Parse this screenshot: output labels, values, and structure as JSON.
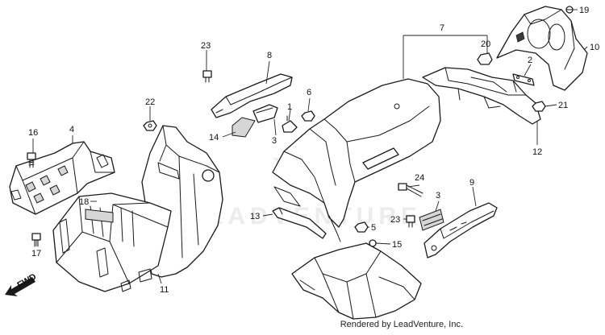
{
  "diagram": {
    "watermark": "LEADVENTURE",
    "credit": "Rendered by LeadVenture, Inc.",
    "fwd_label": "FWD",
    "callouts": [
      {
        "id": "c1",
        "label": "1"
      },
      {
        "id": "c2",
        "label": "2"
      },
      {
        "id": "c3a",
        "label": "3"
      },
      {
        "id": "c3b",
        "label": "3"
      },
      {
        "id": "c4",
        "label": "4"
      },
      {
        "id": "c5",
        "label": "5"
      },
      {
        "id": "c6",
        "label": "6"
      },
      {
        "id": "c7",
        "label": "7"
      },
      {
        "id": "c8",
        "label": "8"
      },
      {
        "id": "c9",
        "label": "9"
      },
      {
        "id": "c10",
        "label": "10"
      },
      {
        "id": "c11",
        "label": "11"
      },
      {
        "id": "c12",
        "label": "12"
      },
      {
        "id": "c13",
        "label": "13"
      },
      {
        "id": "c14",
        "label": "14"
      },
      {
        "id": "c15",
        "label": "15"
      },
      {
        "id": "c16",
        "label": "16"
      },
      {
        "id": "c17",
        "label": "17"
      },
      {
        "id": "c18",
        "label": "18"
      },
      {
        "id": "c19",
        "label": "19"
      },
      {
        "id": "c20",
        "label": "20"
      },
      {
        "id": "c21",
        "label": "21"
      },
      {
        "id": "c22",
        "label": "22"
      },
      {
        "id": "c23a",
        "label": "23"
      },
      {
        "id": "c23b",
        "label": "23"
      },
      {
        "id": "c24",
        "label": "24"
      }
    ]
  }
}
